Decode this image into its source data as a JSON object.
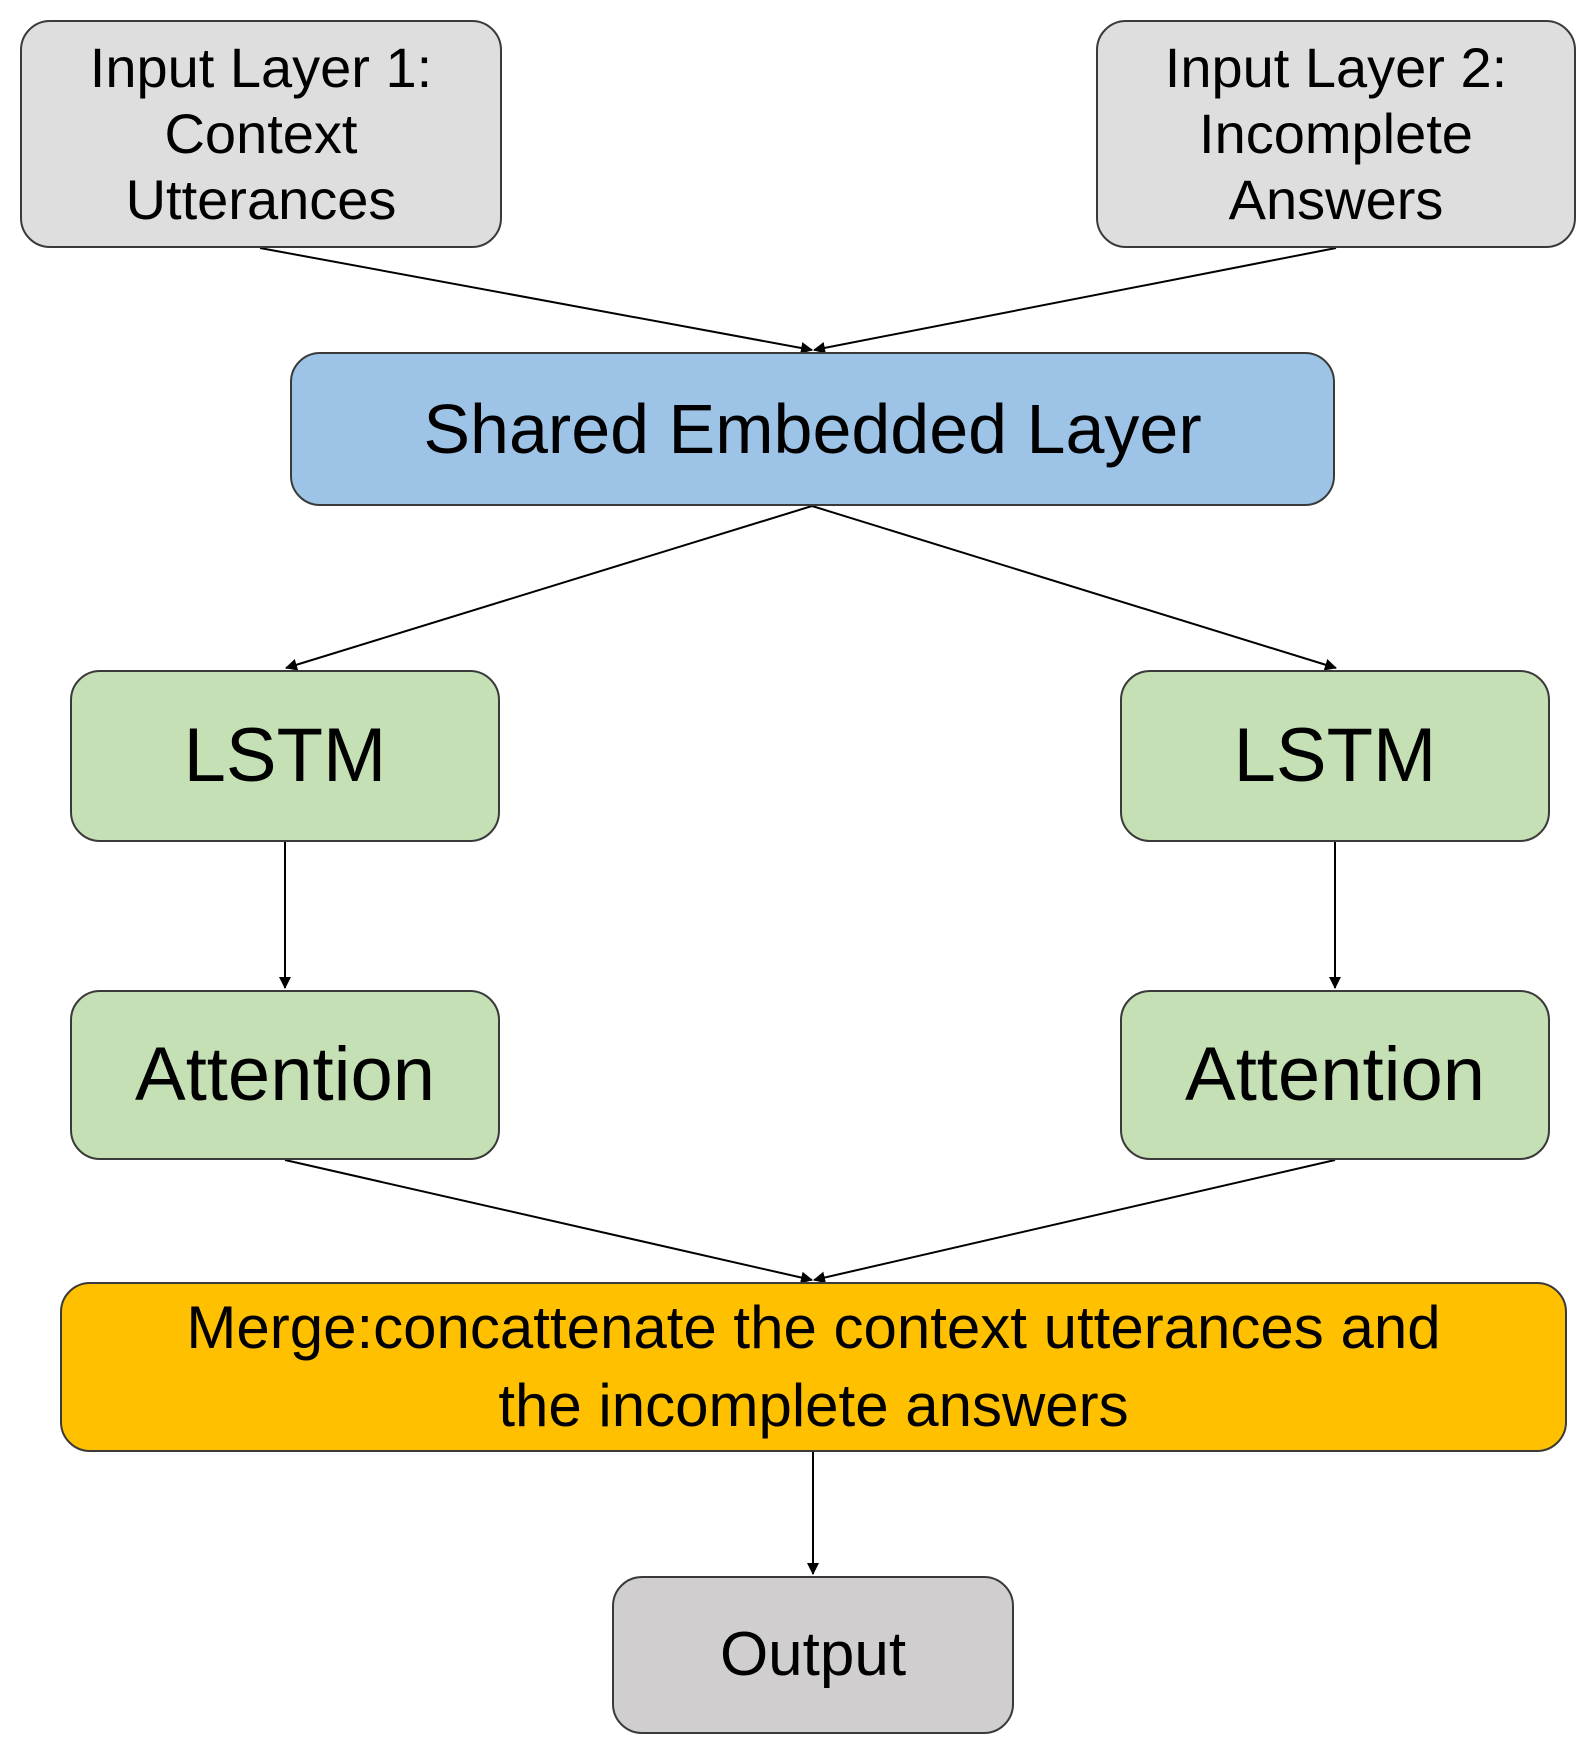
{
  "nodes": {
    "input1": {
      "lines": [
        "Input Layer 1:",
        "Context",
        "Utterances"
      ],
      "color": "#dedede"
    },
    "input2": {
      "lines": [
        "Input Layer 2:",
        "Incomplete",
        "Answers"
      ],
      "color": "#dedede"
    },
    "embed": {
      "label": "Shared Embedded Layer",
      "color": "#9dc3e6"
    },
    "lstm_left": {
      "label": "LSTM",
      "color": "#c5e0b4"
    },
    "lstm_right": {
      "label": "LSTM",
      "color": "#c5e0b4"
    },
    "attention_left": {
      "label": "Attention",
      "color": "#c5e0b4"
    },
    "attention_right": {
      "label": "Attention",
      "color": "#c5e0b4"
    },
    "merge": {
      "lines": [
        "Merge:concattenate the context utterances and",
        "the incomplete answers"
      ],
      "color": "#ffc000"
    },
    "output": {
      "label": "Output",
      "color": "#d0cece"
    }
  },
  "edges": [
    {
      "from": "input1",
      "to": "embed"
    },
    {
      "from": "input2",
      "to": "embed"
    },
    {
      "from": "embed",
      "to": "lstm_left"
    },
    {
      "from": "embed",
      "to": "lstm_right"
    },
    {
      "from": "lstm_left",
      "to": "attention_left"
    },
    {
      "from": "lstm_right",
      "to": "attention_right"
    },
    {
      "from": "attention_left",
      "to": "merge"
    },
    {
      "from": "attention_right",
      "to": "merge"
    },
    {
      "from": "merge",
      "to": "output"
    }
  ]
}
